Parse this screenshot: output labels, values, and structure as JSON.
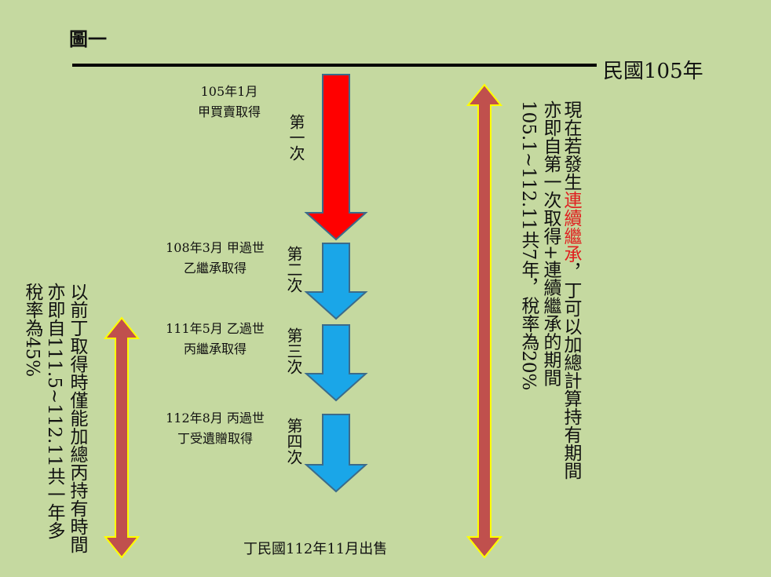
{
  "title": "圖一",
  "top_label": "民國105年",
  "events": [
    {
      "line1": "105年1月",
      "line2": "甲買賣取得"
    },
    {
      "line1": "108年3月 甲過世",
      "line2": "乙繼承取得"
    },
    {
      "line1": "111年5月 乙過世",
      "line2": "丙繼承取得"
    },
    {
      "line1": "112年8月 丙過世",
      "line2": "丁受遺贈取得"
    }
  ],
  "stages": [
    "第一次",
    "第二次",
    "第三次",
    "第四次"
  ],
  "bottom_label": "丁民國112年11月出售",
  "right_note": {
    "line1_pre": "現在若發生",
    "line1_highlight": "連續繼承",
    "line1_post": "，丁可以加總計算持有期間",
    "line2": "亦即自第一次取得+連續繼承的期間",
    "line3": "105.1~112.11共7年，稅率為20%"
  },
  "left_note": {
    "line1": "以前丁取得時僅能加總丙持有時間",
    "line2": "亦即自111.5~112.11共一年多",
    "line3": "稅率為45%"
  },
  "colors": {
    "background": "#c5d9a0",
    "first_arrow": "#ff0000",
    "stage_arrows": "#1aa6e8",
    "period_arrows": "#c0504d",
    "period_arrow_outline": "#ffff00",
    "highlight_text": "#e02020"
  }
}
